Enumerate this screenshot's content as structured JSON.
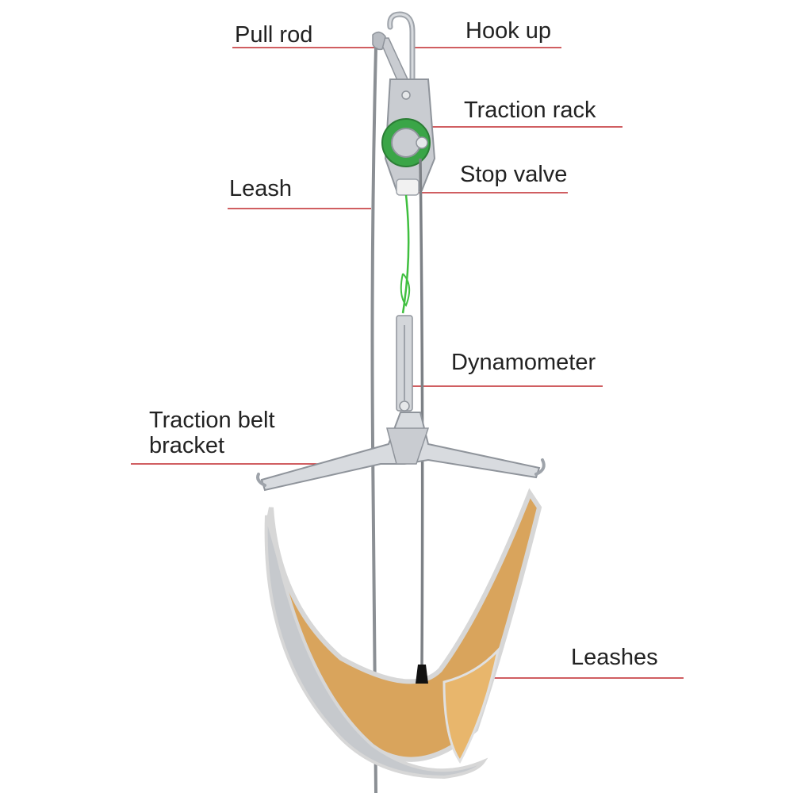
{
  "callouts": [
    {
      "id": "pull-rod",
      "label": "Pull rod"
    },
    {
      "id": "hook-up",
      "label": "Hook up"
    },
    {
      "id": "traction-rack",
      "label": "Traction rack"
    },
    {
      "id": "leash",
      "label": "Leash"
    },
    {
      "id": "stop-valve",
      "label": "Stop valve"
    },
    {
      "id": "dynamometer",
      "label": "Dynamometer"
    },
    {
      "id": "traction-belt-bracket",
      "label": "Traction belt bracket"
    },
    {
      "id": "leashes",
      "label": "Leashes"
    }
  ],
  "colors": {
    "leader_line": "#c0282d",
    "text": "#222222",
    "metal": "#c9ccd1",
    "metal_shade": "#9ea3aa",
    "rope_gray": "#8b8f94",
    "rope_green": "#3fbf3f",
    "pulley_green": "#3aa547",
    "harness_tan": "#d9a45c",
    "harness_trim": "#d7d7d7",
    "stopper_black": "#111111"
  }
}
